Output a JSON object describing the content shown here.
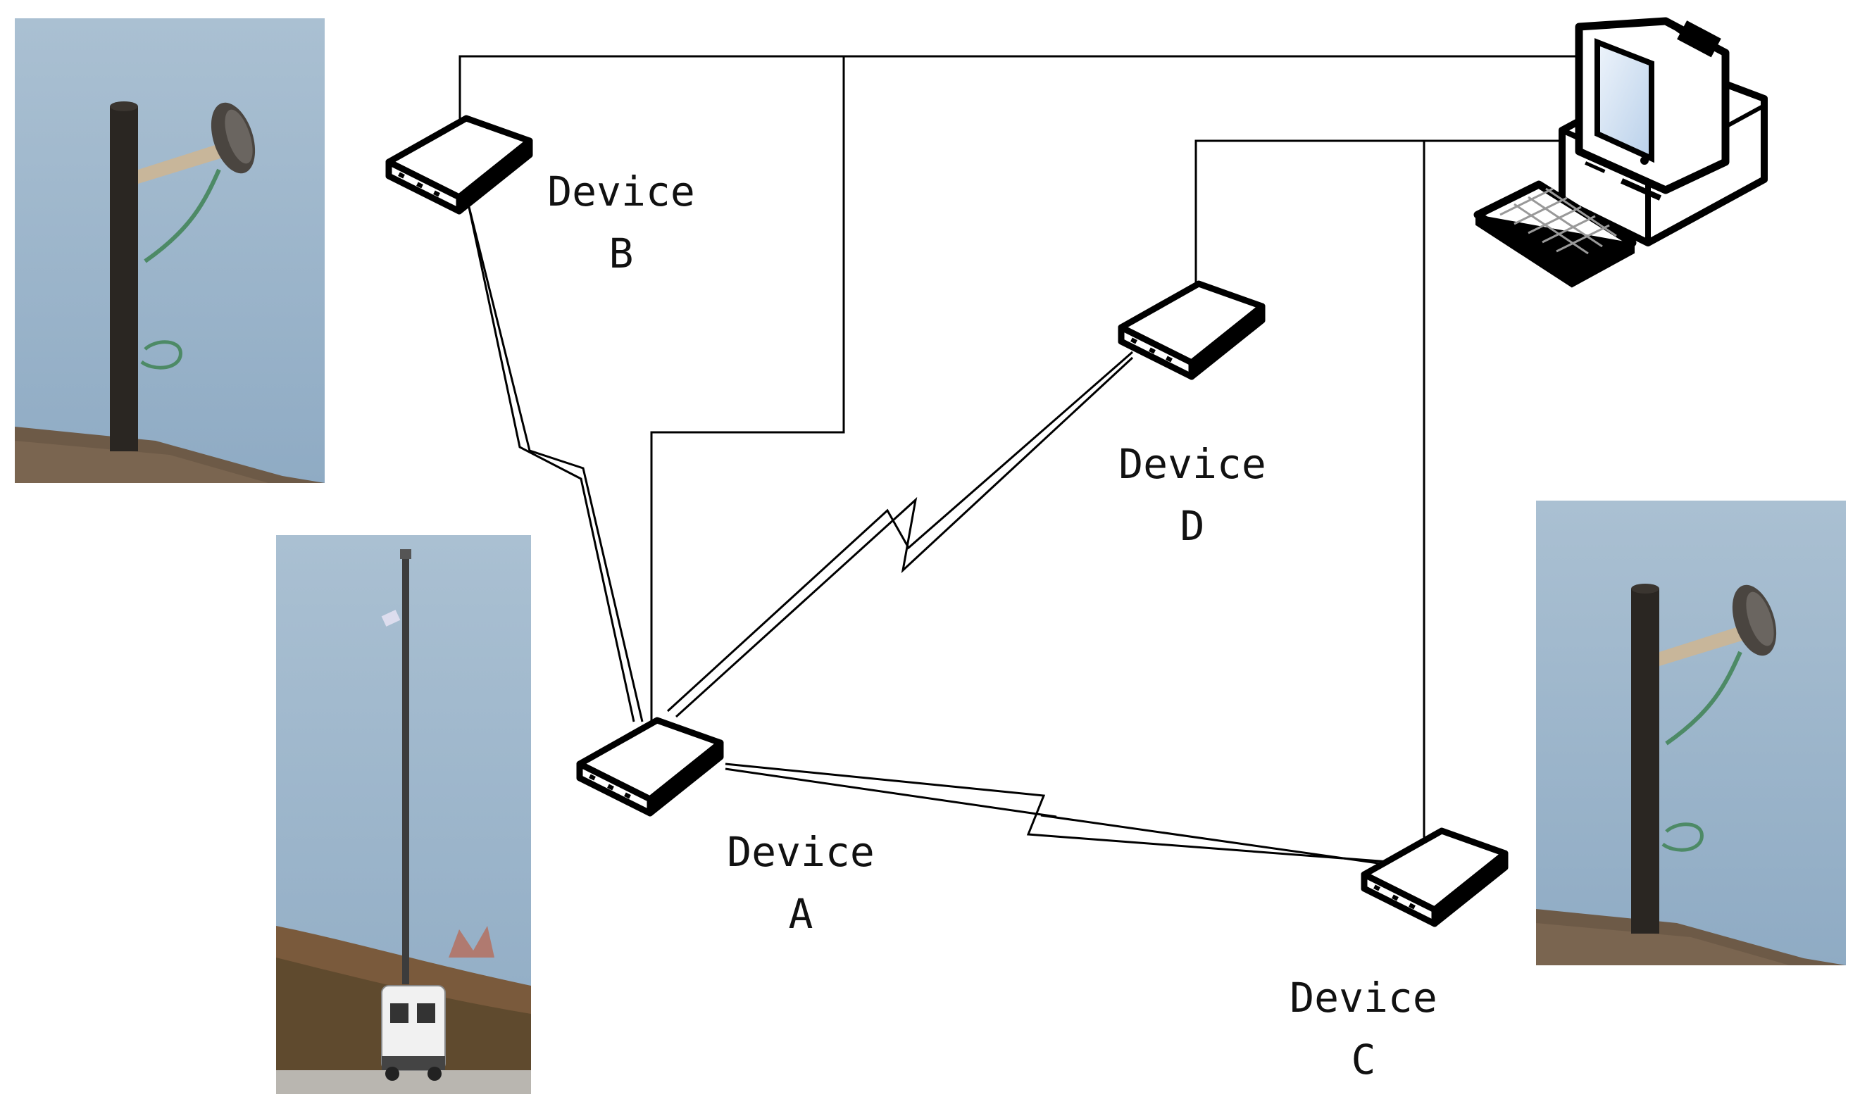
{
  "devices": [
    {
      "id": "A",
      "line1": "Device",
      "line2": "A"
    },
    {
      "id": "B",
      "line1": "Device",
      "line2": "B"
    },
    {
      "id": "C",
      "line1": "Device",
      "line2": "C"
    },
    {
      "id": "D",
      "line1": "Device",
      "line2": "D"
    }
  ],
  "colors": {
    "line": "#000000",
    "device_top": "#ffffff",
    "device_outline": "#000000",
    "sky": "#9fb7cc",
    "ground": "#6d5a47",
    "pole": "#2a2622"
  },
  "icons": [
    "antenna-pole-photo",
    "mast-vehicle-photo",
    "computer-icon",
    "keyboard-icon",
    "network-device-icon",
    "wireless-link-icon"
  ]
}
